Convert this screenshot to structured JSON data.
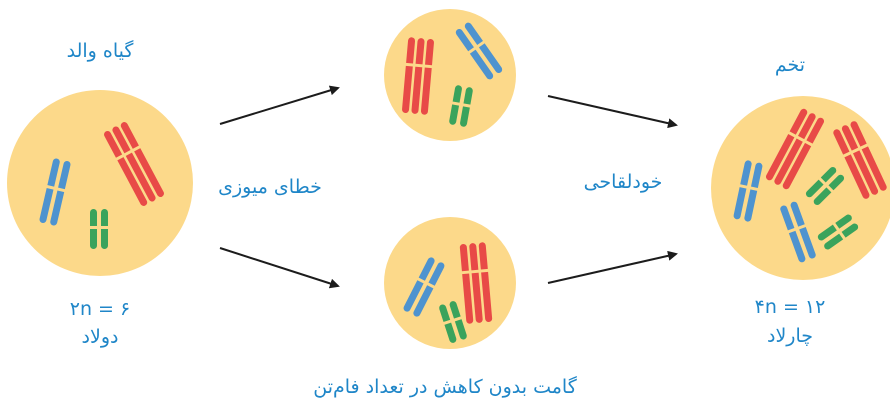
{
  "colors": {
    "cell": "#fcd98a",
    "red": "#e84a47",
    "blue": "#4e93cf",
    "green": "#3aa35c",
    "arrow": "#1c1c1c",
    "text": "#1f86c8"
  },
  "labels": {
    "parent_title": "گیاه والد",
    "parent_ploidy": "۲n = ۶",
    "parent_name": "دولاد",
    "meiosis_error": "خطای میوزی",
    "self_pollination": "خودلقاحی",
    "gamete_caption": "گامت بدون کاهش در تعداد فام‌تن",
    "seed_title": "تخم",
    "seed_ploidy": "۴n = ۱۲",
    "seed_name": "چارلاد"
  }
}
